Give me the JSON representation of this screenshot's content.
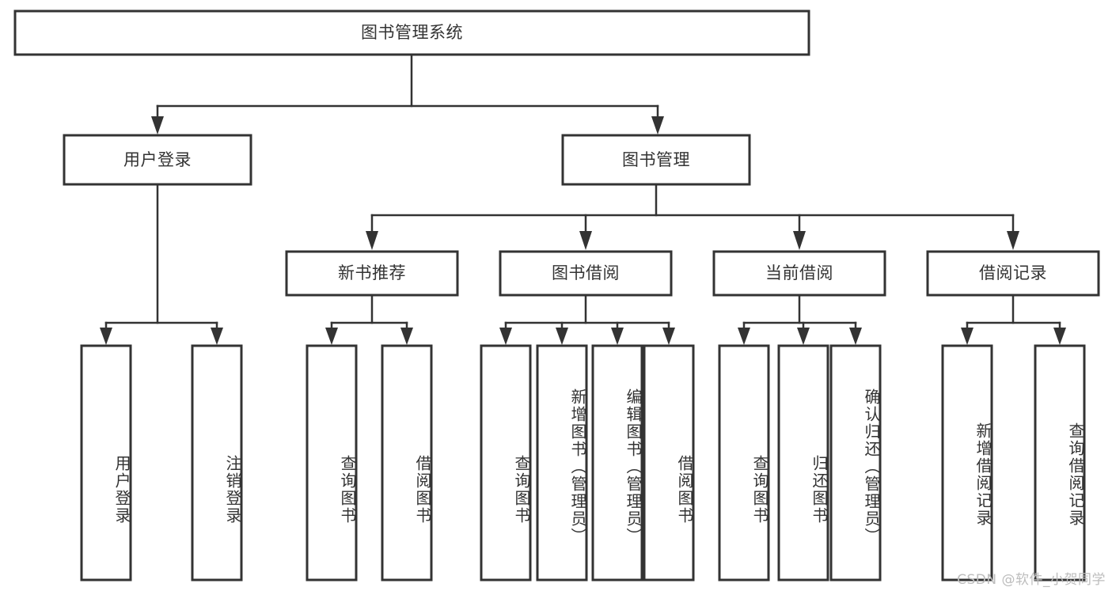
{
  "diagram": {
    "title": "图书管理系统",
    "watermark": "CSDN @软件_小贺同学",
    "colors": {
      "stroke": "#333333",
      "fill": "#ffffff",
      "text": "#333333",
      "watermark": "#bdbdbd"
    },
    "root": {
      "label": "图书管理系统"
    },
    "level2": [
      {
        "label": "用户登录"
      },
      {
        "label": "图书管理"
      }
    ],
    "level3": [
      {
        "label": "新书推荐"
      },
      {
        "label": "图书借阅"
      },
      {
        "label": "当前借阅"
      },
      {
        "label": "借阅记录"
      }
    ],
    "leaves": {
      "user_login": [
        {
          "label": "用户登录"
        },
        {
          "label": "注销登录"
        }
      ],
      "new_book": [
        {
          "label": "查询图书"
        },
        {
          "label": "借阅图书"
        }
      ],
      "borrow_book": [
        {
          "label": "查询图书"
        },
        {
          "label": "新增图书（管理员）"
        },
        {
          "label": "编辑图书（管理员）"
        },
        {
          "label": "借阅图书"
        }
      ],
      "current_borrow": [
        {
          "label": "查询图书"
        },
        {
          "label": "归还图书"
        },
        {
          "label": "确认归还（管理员）"
        }
      ],
      "borrow_record": [
        {
          "label": "新增借阅记录"
        },
        {
          "label": "查询借阅记录"
        }
      ]
    }
  }
}
